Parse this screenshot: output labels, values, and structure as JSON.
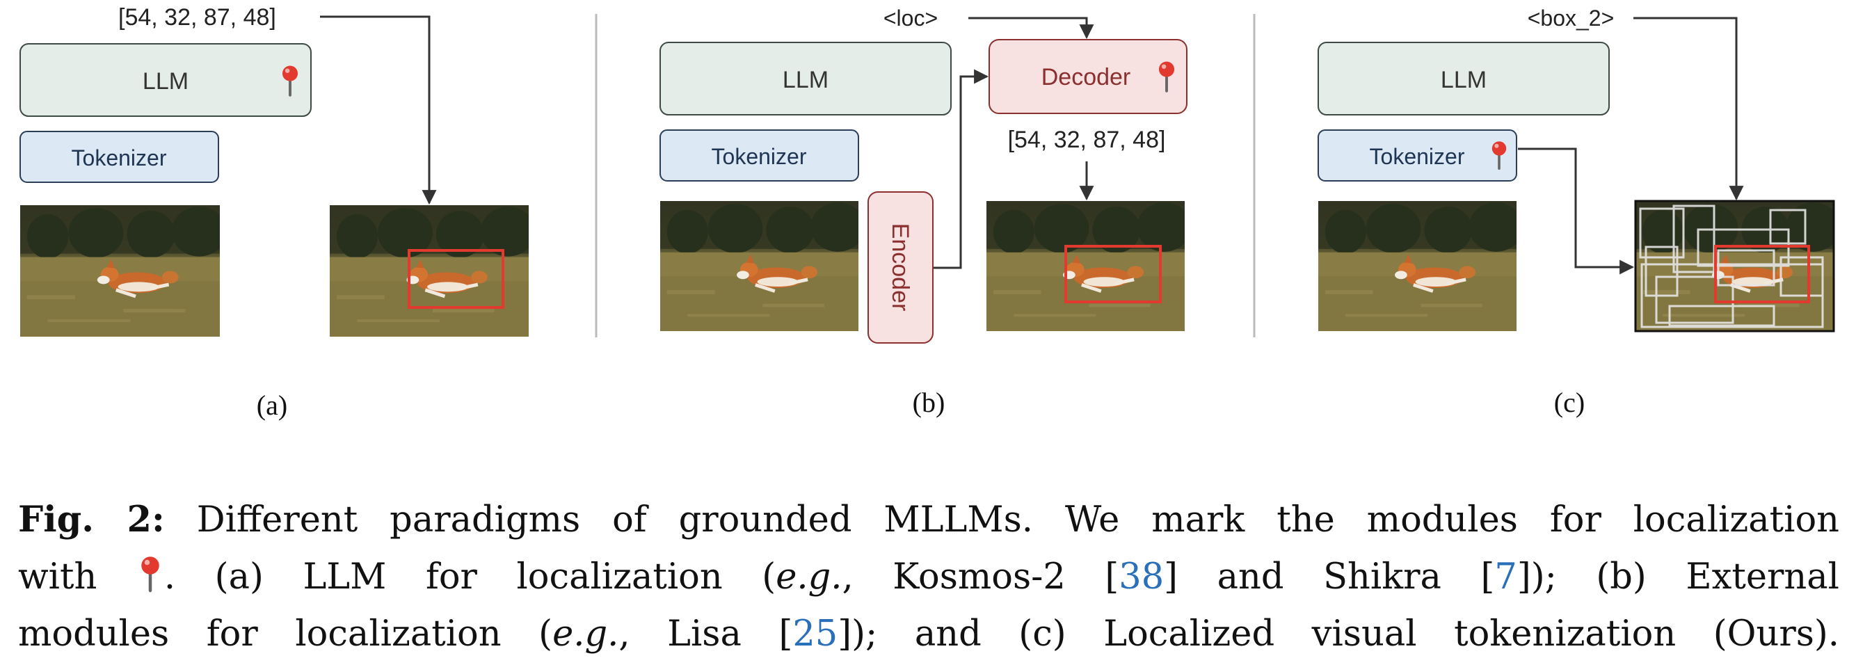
{
  "panels": {
    "a": {
      "llm_label": "LLM",
      "tokenizer_label": "Tokenizer",
      "output_text": "[54, 32, 87, 48]",
      "subcaption": "(a)"
    },
    "b": {
      "llm_label": "LLM",
      "tokenizer_label": "Tokenizer",
      "decoder_label": "Decoder",
      "encoder_label": "Encoder",
      "token_text": "<loc>",
      "output_text": "[54, 32, 87, 48]",
      "subcaption": "(b)"
    },
    "c": {
      "llm_label": "LLM",
      "tokenizer_label": "Tokenizer",
      "token_text": "<box_2>",
      "subcaption": "(c)"
    }
  },
  "caption": {
    "fig_label": "Fig. 2:",
    "line1": "Different paradigms of grounded MLLMs. We mark the modules for localization",
    "line2_a": "with",
    "line2_b": ". (a) LLM for localization (",
    "eg": "e.g.",
    "line2_c": ", Kosmos-2 [",
    "ref38": "38",
    "line2_d": "] and Shikra [",
    "ref7": "7",
    "line2_e": "]); (b) External",
    "line3_a": "modules for localization (",
    "line3_b": ", Lisa [",
    "ref25": "25",
    "line3_c": "]); and (c) Localized visual tokenization (Ours)."
  },
  "colors": {
    "llm_fill": "#e4ede7",
    "tokenizer_fill": "#dce8f3",
    "decoder_fill": "#f7e1e1",
    "decoder_text": "#8b2f2f",
    "ref_link": "#2a6fb9",
    "bbox_red": "#e23a2e"
  }
}
